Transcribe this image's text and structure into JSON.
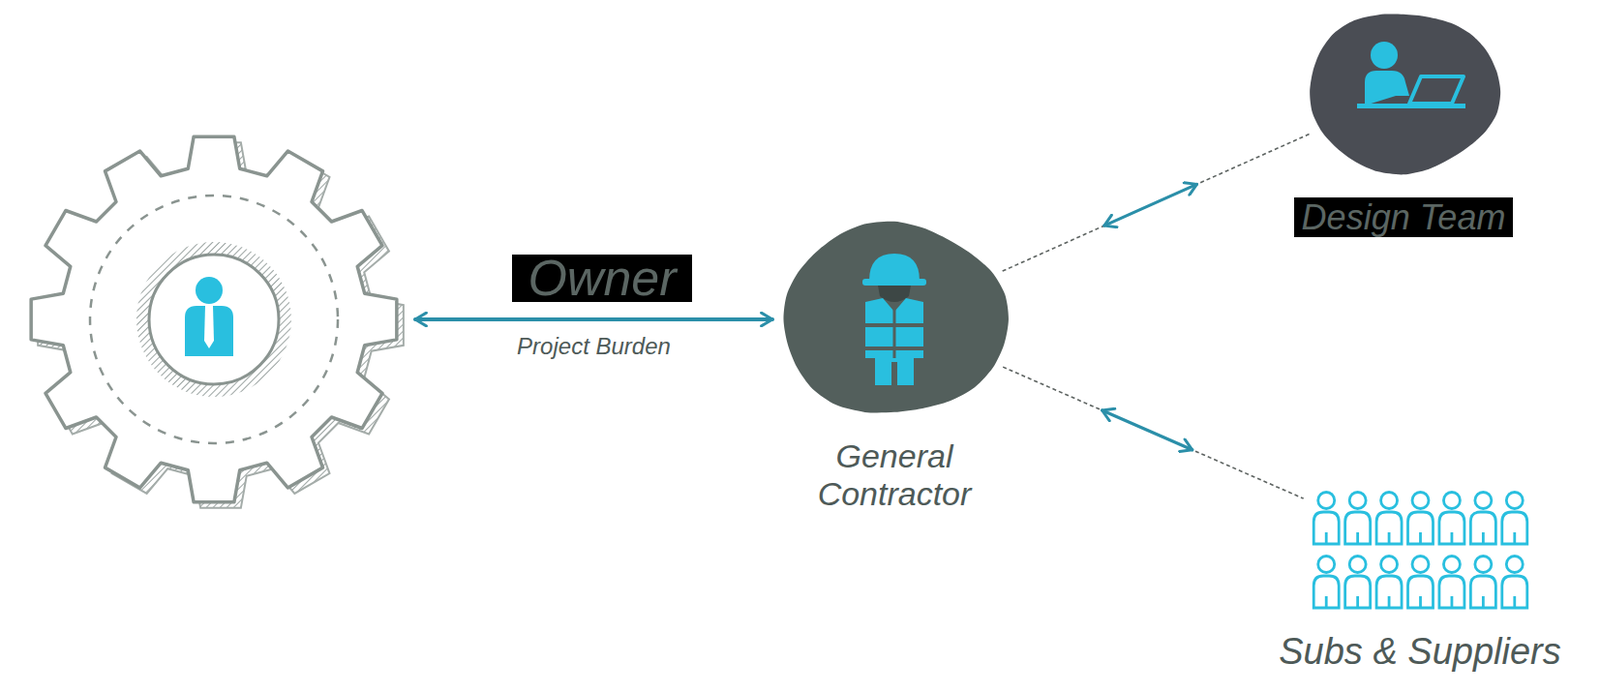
{
  "diagram": {
    "nodes": [
      {
        "text": [
          "Owner"
        ]
      },
      {
        "text": [
          "General Contractor"
        ]
      },
      {
        "text": [
          "Design Team"
        ]
      },
      {
        "text": [
          "Subs & Suppliers"
        ]
      }
    ],
    "edges": [
      {
        "from": 0,
        "to": 1,
        "arrow": "both",
        "label": "Project Burden"
      },
      {
        "from": 1,
        "to": 2,
        "arrow": "both"
      },
      {
        "from": 1,
        "to": 3,
        "arrow": "both"
      }
    ]
  }
}
